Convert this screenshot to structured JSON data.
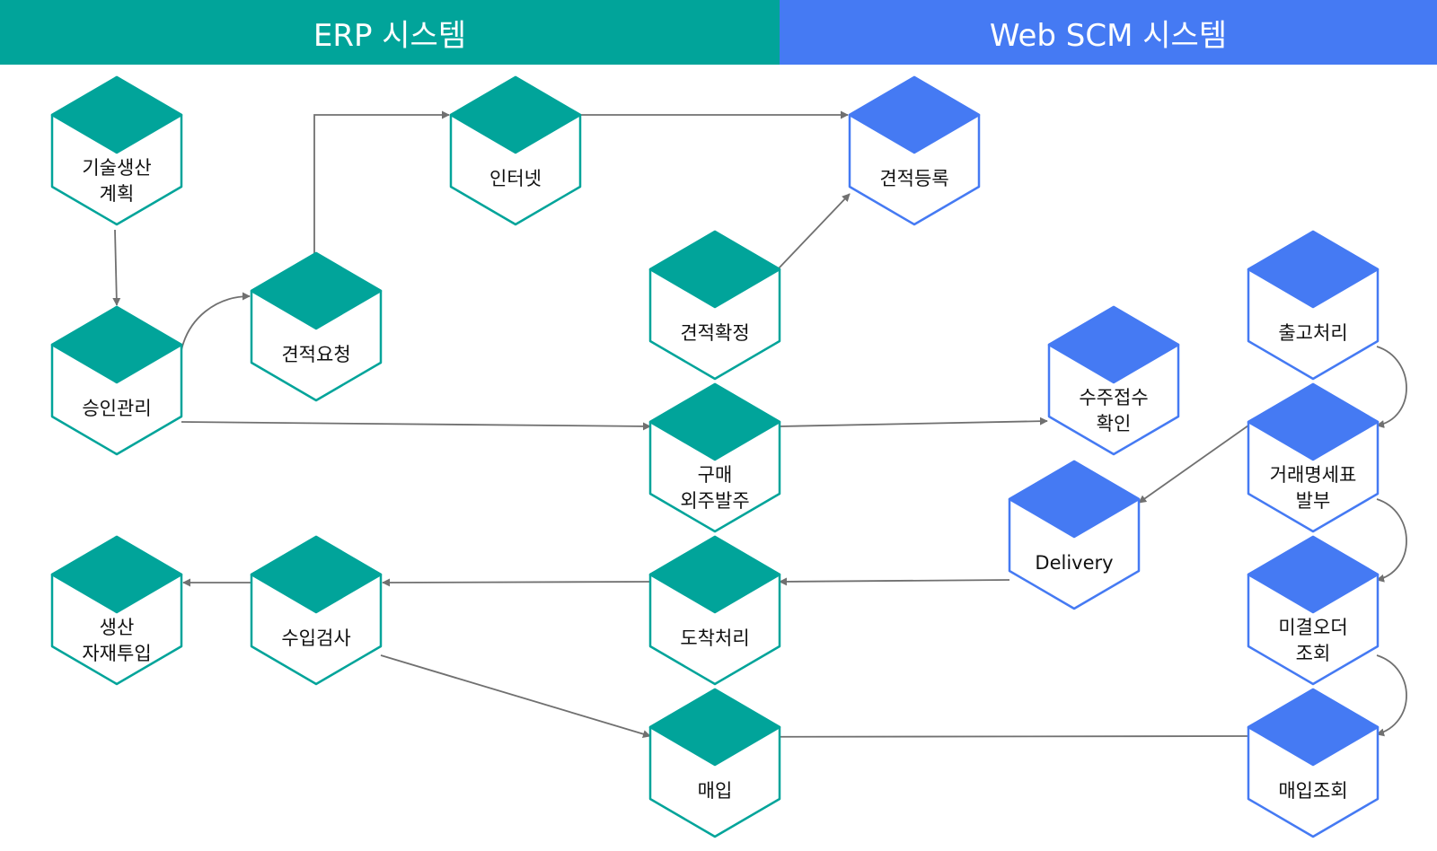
{
  "colors": {
    "erp": "#01A49A",
    "scm": "#457AF3",
    "arrow": "#707070",
    "text": "#111111"
  },
  "header": {
    "erp_title": "ERP 시스템",
    "scm_title": "Web SCM 시스템"
  },
  "nodes": {
    "tech_plan": {
      "lines": [
        "기술생산",
        "계획"
      ]
    },
    "approval": {
      "lines": [
        "승인관리"
      ]
    },
    "quote_request": {
      "lines": [
        "견적요청"
      ]
    },
    "internet": {
      "lines": [
        "인터넷"
      ]
    },
    "quote_register": {
      "lines": [
        "견적등록"
      ]
    },
    "quote_confirm": {
      "lines": [
        "견적확정"
      ]
    },
    "order_confirm": {
      "lines": [
        "수주접수",
        "확인"
      ]
    },
    "purchase_order": {
      "lines": [
        "구매",
        "외주발주"
      ]
    },
    "shipping": {
      "lines": [
        "출고처리"
      ]
    },
    "invoice": {
      "lines": [
        "거래명세표",
        "발부"
      ]
    },
    "delivery": {
      "lines": [
        "Delivery"
      ]
    },
    "prod_input": {
      "lines": [
        "생산",
        "자재투입"
      ]
    },
    "inspection": {
      "lines": [
        "수입검사"
      ]
    },
    "arrival": {
      "lines": [
        "도착처리"
      ]
    },
    "unsettled": {
      "lines": [
        "미결오더",
        "조회"
      ]
    },
    "purchase": {
      "lines": [
        "매입"
      ]
    },
    "purchase_query": {
      "lines": [
        "매입조회"
      ]
    }
  }
}
